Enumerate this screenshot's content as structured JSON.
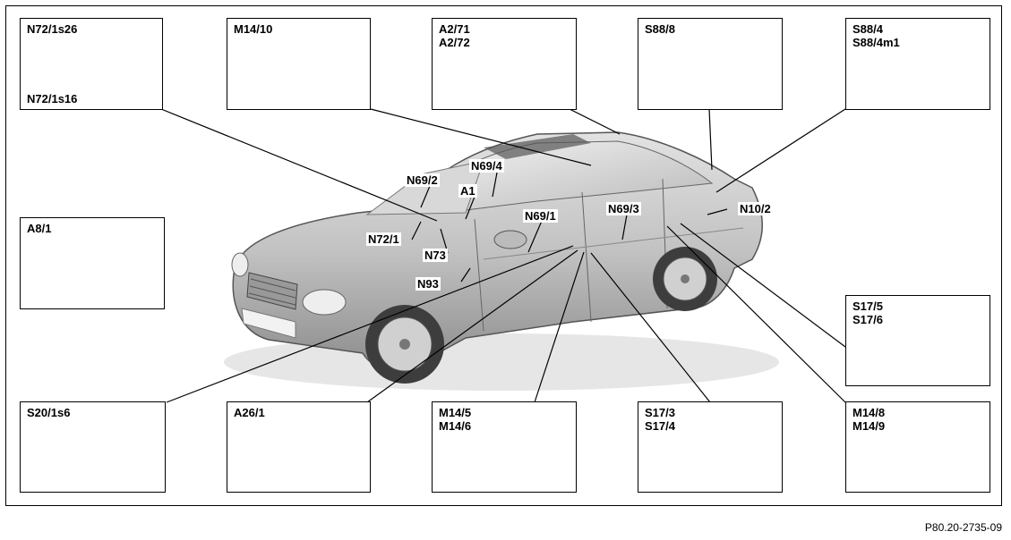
{
  "figure_id": "P80.20-2735-09",
  "boxes": {
    "n72_1s26": {
      "line1": "N72/1s26",
      "line2": "N72/1s16"
    },
    "m14_10": {
      "line1": "M14/10"
    },
    "a2_71": {
      "line1": "A2/71",
      "line2": "A2/72"
    },
    "s88_8": {
      "line1": "S88/8"
    },
    "s88_4": {
      "line1": "S88/4",
      "line2": "S88/4m1"
    },
    "a8_1": {
      "line1": "A8/1"
    },
    "s17_5": {
      "line1": "S17/5",
      "line2": "S17/6"
    },
    "s20_1s6": {
      "line1": "S20/1s6"
    },
    "a26_1": {
      "line1": "A26/1"
    },
    "m14_5": {
      "line1": "M14/5",
      "line2": "M14/6"
    },
    "s17_3": {
      "line1": "S17/3",
      "line2": "S17/4"
    },
    "m14_8": {
      "line1": "M14/8",
      "line2": "M14/9"
    }
  },
  "callouts": {
    "n69_4": "N69/4",
    "n69_2": "N69/2",
    "a1": "A1",
    "n69_1": "N69/1",
    "n69_3": "N69/3",
    "n10_2": "N10/2",
    "n72_1": "N72/1",
    "n73": "N73",
    "n93": "N93"
  }
}
